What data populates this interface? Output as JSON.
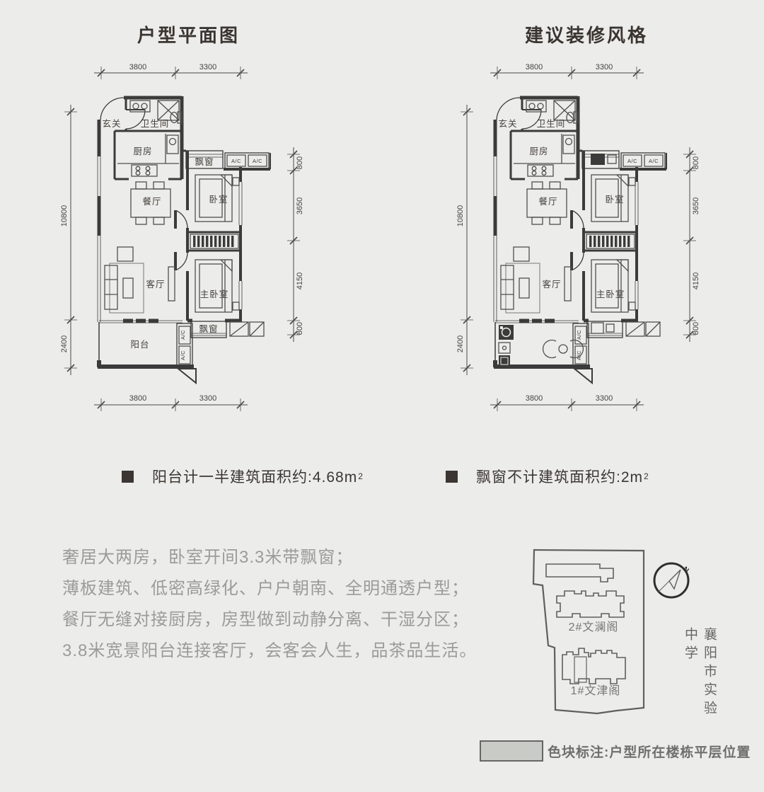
{
  "titles": {
    "left": "户型平面图",
    "right": "建议装修风格"
  },
  "notes": {
    "left": {
      "text": "阳台计一半建筑面积约:4.68m",
      "sup": "2"
    },
    "right": {
      "text": "飘窗不计建筑面积约:2m",
      "sup": "2"
    }
  },
  "description": {
    "lines": [
      "奢居大两房，卧室开间3.3米带飘窗；",
      "薄板建筑、低密高绿化、户户朝南、全明通透户型；",
      "餐厅无缝对接厨房，房型做到动静分离、干湿分区；",
      "3.8米宽景阳台连接客厅，会客会人生，品茶品生活。"
    ]
  },
  "plans": [
    {
      "name": "户型平面图",
      "dims": {
        "top": [
          "3800",
          "3300"
        ],
        "bottom": [
          "3800",
          "3300"
        ],
        "left": [
          "10800",
          "2400"
        ],
        "right": [
          "800",
          "3650",
          "4150",
          "800"
        ]
      },
      "rooms": {
        "entry": "玄关",
        "bath": "卫生间",
        "kitchen": "厨房",
        "dining": "餐厅",
        "bedroom": "卧室",
        "living": "客厅",
        "master": "主卧室",
        "balcony": "阳台",
        "bay_top": "飘窗",
        "bay_bottom": "飘窗",
        "ac": "A/C"
      }
    },
    {
      "name": "建议装修风格",
      "dims": {
        "top": [
          "3800",
          "3300"
        ],
        "bottom": [
          "3800",
          "3300"
        ],
        "left": [
          "10800",
          "2400"
        ],
        "right": [
          "800",
          "3650",
          "4150",
          "800"
        ]
      },
      "rooms": {
        "entry": "玄关",
        "bath": "卫生间",
        "kitchen": "厨房",
        "dining": "餐厅",
        "bedroom": "卧室",
        "living": "客厅",
        "master": "主卧室",
        "ac": "A/C"
      }
    }
  ],
  "siteplan": {
    "buildings": [
      {
        "label": "2#文澜阁"
      },
      {
        "label": "1#文津阁"
      }
    ],
    "school": "襄阳市实验中学",
    "compass_label": "N",
    "legend": {
      "text": "色块标注:户型所在楼栋平层位置",
      "swatch_color": "#c9ccc6"
    },
    "highlight_color": "#c3c7c3"
  },
  "colors": {
    "background": "#ececea",
    "ink": "#3a3531",
    "wall": "#3b3b3b",
    "muted_text": "#9b9b9b",
    "dim_text": "#444444",
    "site_line": "#5f5f5f"
  }
}
